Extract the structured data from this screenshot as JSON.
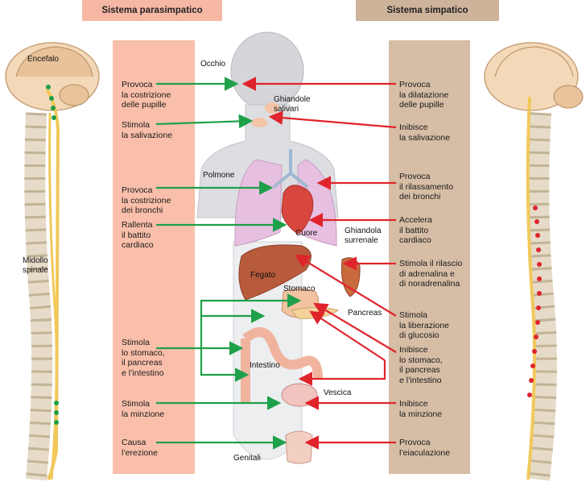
{
  "headers": {
    "parasympathetic": "Sistema parasimpatico",
    "sympathetic": "Sistema simpatico"
  },
  "spine_labels": {
    "brain": "Encefalo",
    "spinal_cord": "Midollo\nspinale"
  },
  "parasympathetic_effects": [
    "Provoca\nla costrizione\ndelle pupille",
    "Stimola\nla salivazione",
    "Provoca\nla costrizione\ndei bronchi",
    "Rallenta\nil battito\ncardiaco",
    "Stimola\nlo stomaco,\nil pancreas\ne l’intestino",
    "Stimola\nla minzione",
    "Causa\nl’erezione"
  ],
  "sympathetic_effects": [
    "Provoca\nla dilatazione\ndelle pupille",
    "Inibisce\nla salivazione",
    "Provoca\nil rilassamento\ndei bronchi",
    "Accelera\nil battito\ncardiaco",
    "Stimola il rilascio\ndi adrenalina e\ndi noradrenalina",
    "Stimola\nla liberazione\ndi glucosio",
    "Inibisce\nlo stomaco,\nil pancreas\ne l’intestino",
    "Inibisce\nla minzione",
    "Provoca\nl’eiaculazione"
  ],
  "organs": {
    "eye": "Occhio",
    "salivary": "Ghiandole\nsalivari",
    "lung": "Polmone",
    "heart": "Cuore",
    "adrenal": "Ghiandola\nsurrenale",
    "liver": "Fegato",
    "stomach": "Stomaco",
    "pancreas": "Pancreas",
    "intestine": "Intestino",
    "bladder": "Vescica",
    "genitals": "Genitali"
  },
  "colors": {
    "parasympathetic_arrow": "#1fa04a",
    "sympathetic_arrow": "#e0242c",
    "para_column": "#f9bfaa",
    "simp_column": "#d6bda5"
  }
}
